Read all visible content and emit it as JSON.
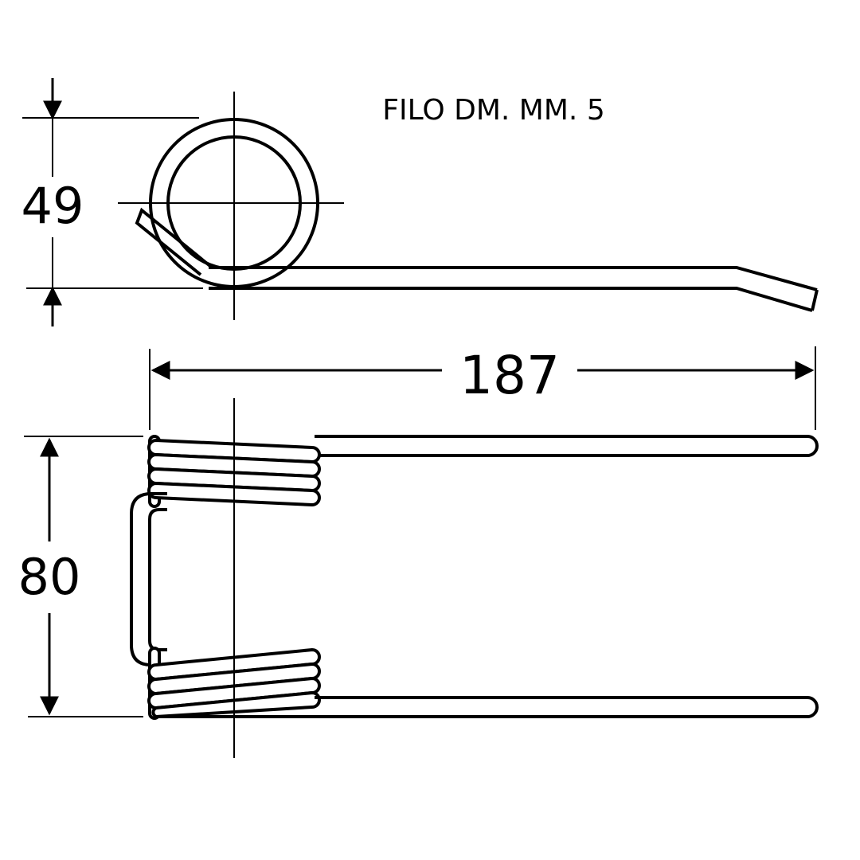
{
  "note": "FILO DM. MM. 5",
  "dimensions": {
    "coil_diameter": "49",
    "overall_length": "187",
    "width": "80"
  },
  "colors": {
    "stroke": "#000000",
    "background": "#ffffff"
  }
}
